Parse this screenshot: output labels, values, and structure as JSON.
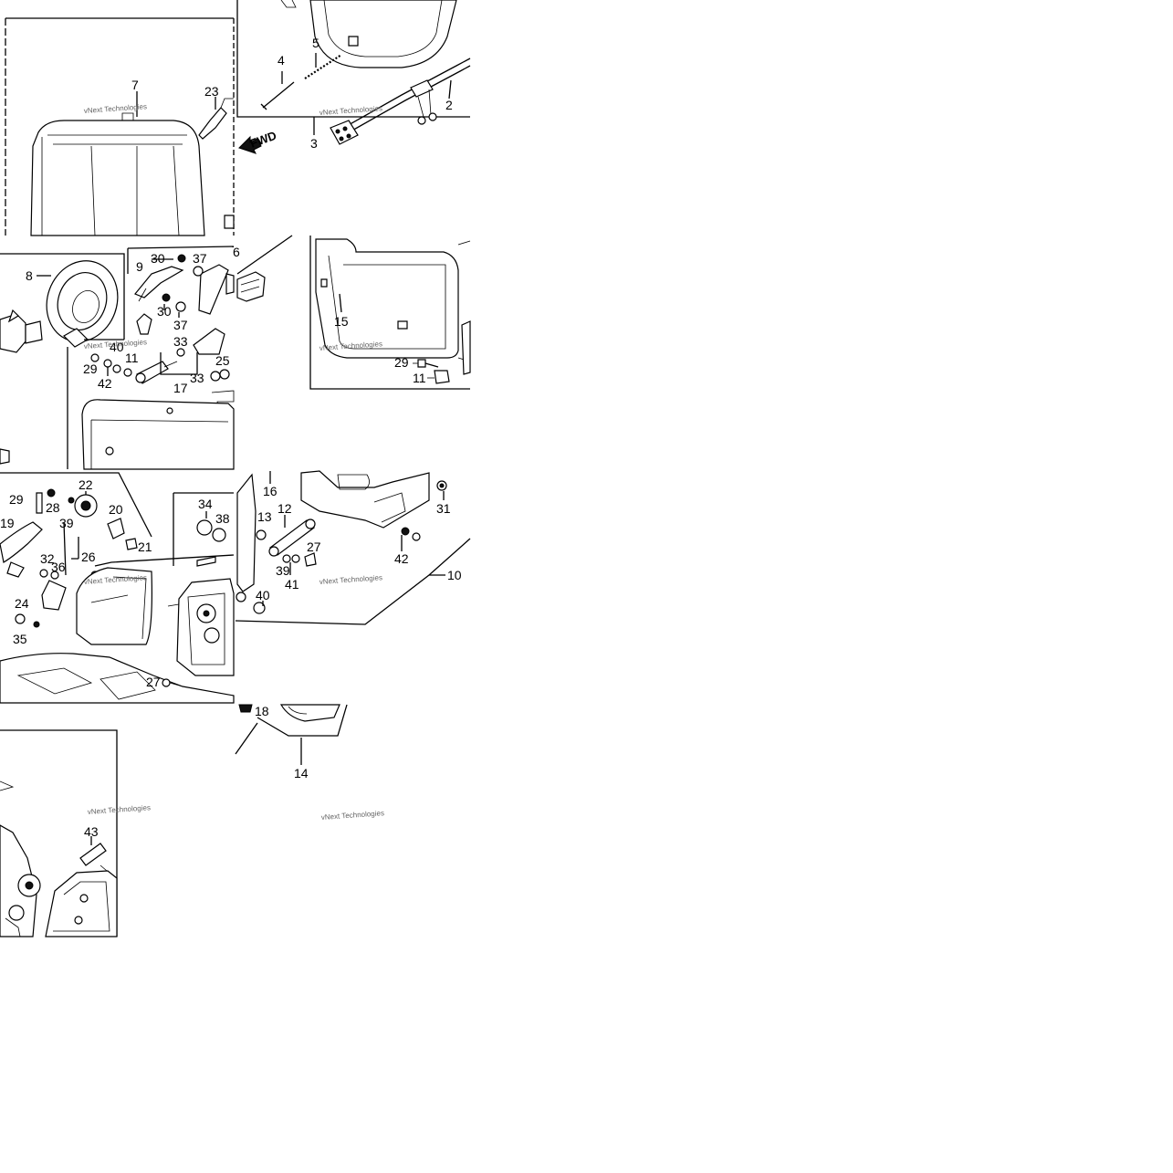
{
  "watermark": "vNext Technologies",
  "direction_label": "FWD",
  "callouts": {
    "c7": "7",
    "c23": "23",
    "c4": "4",
    "c5": "5",
    "c2": "2",
    "c3": "3",
    "c8": "8",
    "c9": "9",
    "c30a": "30",
    "c37a": "37",
    "c6": "6",
    "c30b": "30",
    "c37b": "37",
    "c33a": "33",
    "c40a": "40",
    "c11a": "11",
    "c29a": "29",
    "c42a": "42",
    "c17": "17",
    "c33b": "33",
    "c25": "25",
    "c15": "15",
    "c29b": "29",
    "c11b": "11",
    "c22": "22",
    "c29c": "29",
    "c28": "28",
    "c39a": "39",
    "c20": "20",
    "c21": "21",
    "c19": "19",
    "c32": "32",
    "c36": "36",
    "c26": "26",
    "c24": "24",
    "c35": "35",
    "c34": "34",
    "c38": "38",
    "c27a": "27",
    "c16": "16",
    "c12": "12",
    "c13": "13",
    "c31": "31",
    "c27b": "27",
    "c39b": "39",
    "c41": "41",
    "c42b": "42",
    "c10": "10",
    "c40b": "40",
    "c18": "18",
    "c14": "14",
    "c43": "43"
  }
}
